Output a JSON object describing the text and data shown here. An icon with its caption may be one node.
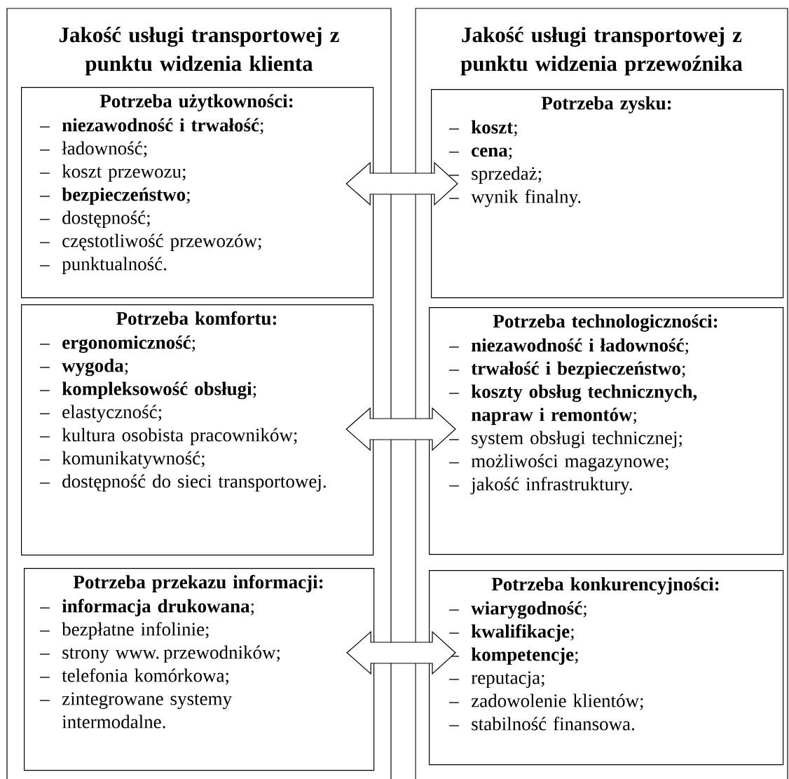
{
  "diagram": {
    "nodes": [
      {
        "text": [
          "Jakość usługi transportowej z punktu widzenia klienta"
        ]
      },
      {
        "text": [
          "Potrzeba użytkowności:",
          "**niezawodność i trwałość**;",
          "ładowność;",
          "koszt przewozu;",
          "**bezpieczeństwo**;",
          "dostępność;",
          "częstotliwość przewozów;",
          "punktualność."
        ],
        "in": 0
      },
      {
        "text": [
          "Potrzeba komfortu:",
          "**ergonomiczność**;",
          "**wygoda**;",
          "**kompleksowość obsługi**;",
          "elastyczność;",
          "kultura osobista pracowników;",
          "komunikatywność;",
          "dostępność do sieci transportowej."
        ],
        "in": 0
      },
      {
        "text": [
          "Potrzeba przekazu informacji:",
          "**informacja drukowana**;",
          "bezpłatne infolinie;",
          "strony www. przewodników;",
          "telefonia komórkowa;",
          "zintegrowane systemy intermodalne."
        ],
        "in": 0
      },
      {
        "text": [
          "Jakość usługi transportowej z punktu widzenia przewoźnika"
        ]
      },
      {
        "text": [
          "Potrzeba zysku:",
          "**koszt**;",
          "**cena**;",
          "sprzedaż;",
          "wynik finalny."
        ],
        "in": 4
      },
      {
        "text": [
          "Potrzeba technologiczności:",
          "**niezawodność i ładowność**;",
          "**trwałość i bezpieczeństwo**;",
          "**koszty obsług technicznych, napraw i remontów**;",
          "system obsługi technicznej;",
          "możliwości magazynowe;",
          "jakość infrastruktury."
        ],
        "in": 4
      },
      {
        "text": [
          "Potrzeba konkurencyjności:",
          "**wiarygodność**;",
          "**kwalifikacje**;",
          "**kompetencje**;",
          "reputacja;",
          "zadowolenie klientów;",
          "stabilność finansowa."
        ],
        "in": 4
      }
    ],
    "edges": [
      {
        "from": 1,
        "to": 5,
        "arrow": "both"
      },
      {
        "from": 2,
        "to": 6,
        "arrow": "both"
      },
      {
        "from": 3,
        "to": 7,
        "arrow": "both"
      }
    ],
    "labels": [
      "–",
      "–",
      "–",
      "–",
      "–",
      "–",
      "–",
      "–",
      "–",
      "–",
      "–",
      "–",
      "–",
      "–",
      "–",
      "–",
      "–",
      "–",
      "–",
      "–",
      "–",
      "–",
      "–",
      "–",
      "–",
      "–",
      "–",
      "–",
      "–",
      "–",
      "–",
      "–",
      "–",
      "–",
      "–"
    ]
  }
}
